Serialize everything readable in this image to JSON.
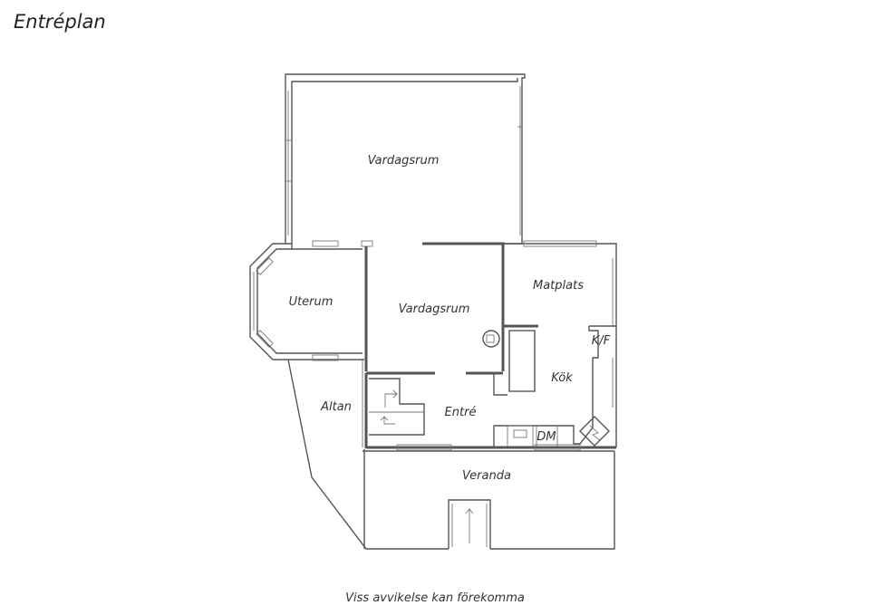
{
  "title": "Entréplan",
  "footer_note": "Viss avvikelse kan förekomma",
  "rooms": {
    "vardagsrum_upper": "Vardagsrum",
    "vardagsrum_lower": "Vardagsrum",
    "uterum": "Uterum",
    "matplats": "Matplats",
    "kok": "Kök",
    "kf": "K/F",
    "altan": "Altan",
    "entre": "Entré",
    "dm": "DM",
    "veranda": "Veranda"
  }
}
